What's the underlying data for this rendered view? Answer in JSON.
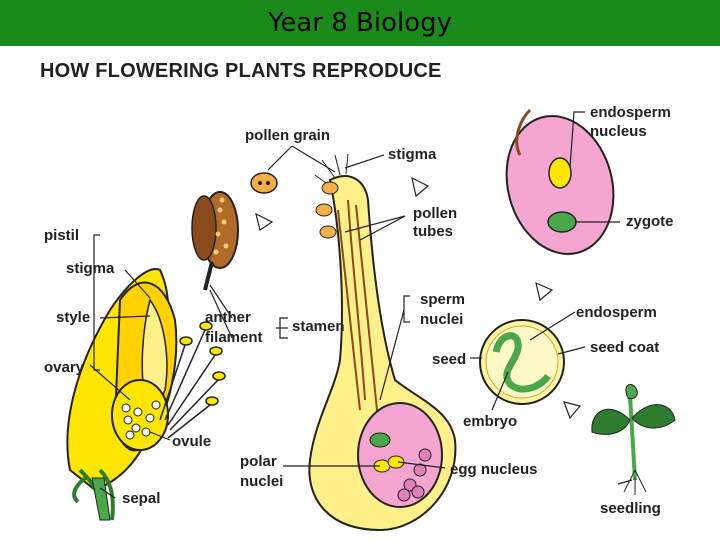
{
  "header": {
    "title": "Year 8 Biology"
  },
  "diagram": {
    "title": "HOW FLOWERING PLANTS REPRODUCE",
    "labels": {
      "pollen_grain": "pollen grain",
      "stigma_top": "stigma",
      "pollen": "pollen",
      "tubes": "tubes",
      "pistil": "pistil",
      "stigma_left": "stigma",
      "style": "style",
      "ovary": "ovary",
      "anther": "anther",
      "filament": "filament",
      "stamen": "stamen",
      "sperm": "sperm",
      "nuclei": "nuclei",
      "ovule": "ovule",
      "sepal": "sepal",
      "polar": "polar",
      "polar_nuclei": "nuclei",
      "egg_nucleus": "egg nucleus",
      "endosperm_nucleus_1": "endosperm",
      "endosperm_nucleus_2": "nucleus",
      "zygote": "zygote",
      "endosperm": "endosperm",
      "seed_coat": "seed coat",
      "seed": "seed",
      "embryo": "embryo",
      "seedling": "seedling"
    },
    "colors": {
      "header": "#1a8a1a",
      "petal": "#ffe600",
      "style": "#fff08a",
      "ovule_pink": "#f4a6d0",
      "embryo_green": "#4aa84a",
      "outline": "#222222"
    }
  }
}
